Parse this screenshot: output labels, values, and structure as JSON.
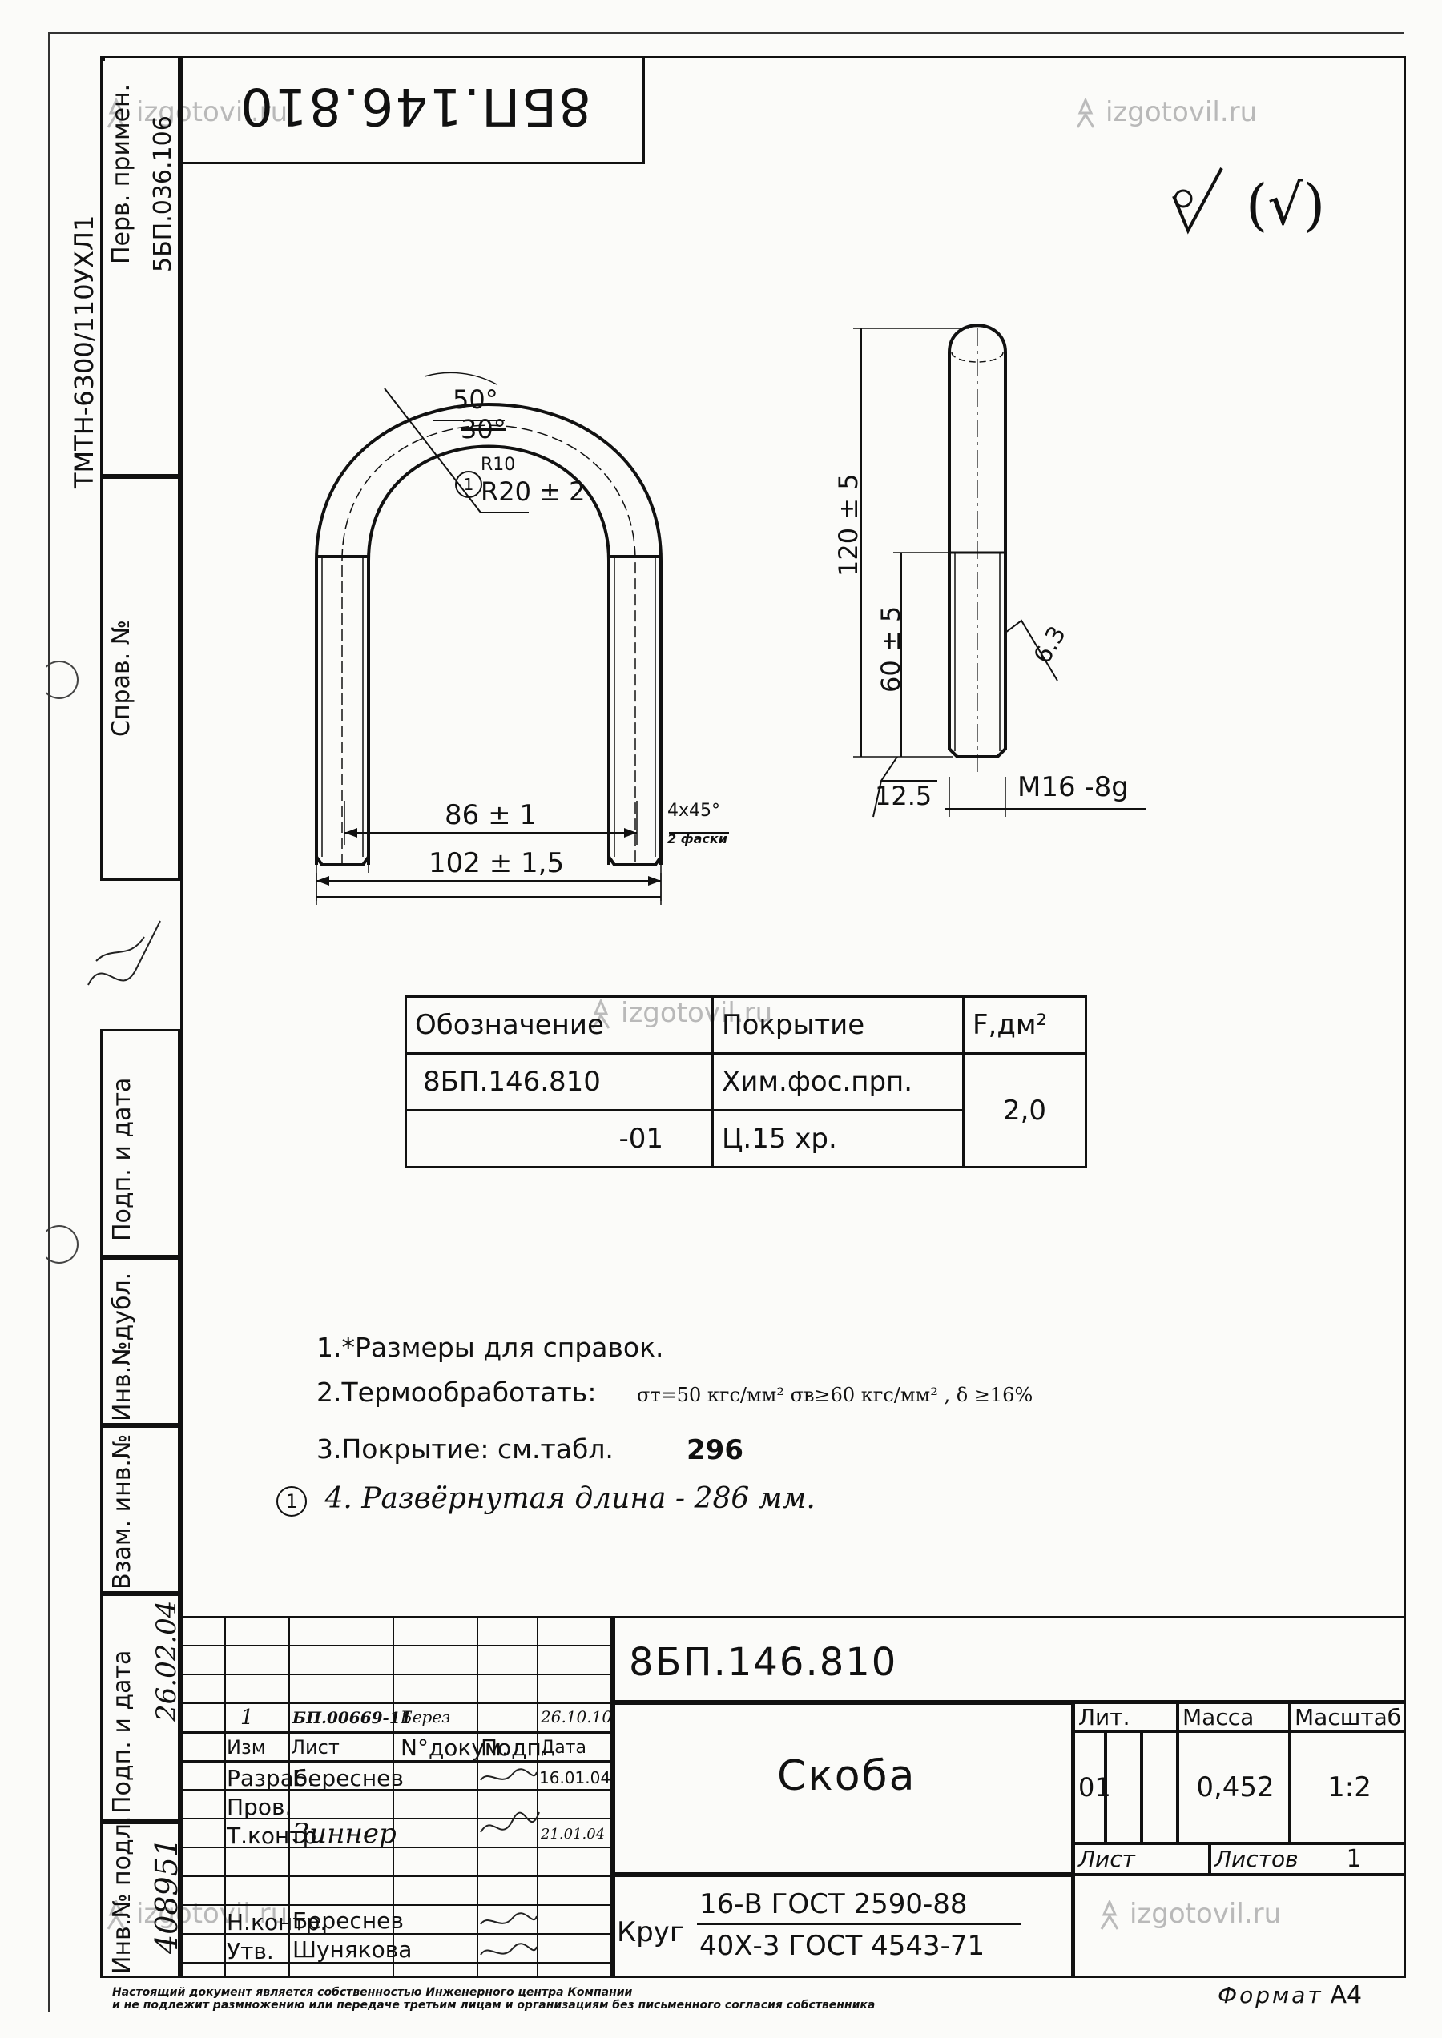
{
  "top_stamp": "8БП.146.810",
  "side_labels": {
    "product": "ТМТН-6300/110УХЛ1",
    "first_use_label": "Перв. примен.",
    "first_use_value": "5БП.036.106",
    "ref_no": "Справ. №",
    "sign_date": "Подп. и дата",
    "inv_dup": "Инв.№дубл.",
    "replace_inv": "Взам. инв.№",
    "sign_date2": "Подп. и дата",
    "inv_orig": "Инв.№ подл.",
    "inv_orig_value": "408951",
    "date_value": "26.02.04"
  },
  "roughness_mark": "(√)",
  "dimensions": {
    "angle1": "50°",
    "angle2": "30°",
    "radius_small": "R10",
    "radius": "R20 ± 2",
    "inner_width": "86 ± 1",
    "outer_width": "102 ± 1,5",
    "chamfer": "4x45°",
    "chamfer_note": "2 фаски",
    "length": "120 ± 5",
    "thread_length": "60 ± 5",
    "roughness1": "6.3",
    "roughness2": "12.5",
    "thread": "M16 -8g",
    "rev_mark": "1"
  },
  "coating_table": {
    "headers": [
      "Обозначение",
      "Покрытие",
      "F,дм²"
    ],
    "rows": [
      [
        "8БП.146.810",
        "Хим.фос.прп."
      ],
      [
        "-01",
        "Ц.15 хр."
      ]
    ],
    "area": "2,0"
  },
  "notes": {
    "n1": "1.*Размеры для справок.",
    "n2": "2.Термообработать:",
    "n2_formula": "σт=50 кгс/мм²   σв≥60 кгс/мм² ,  δ ≥16%",
    "n3": "3.Покрытие: см.табл.",
    "n4_new": "296",
    "n4": "4. Развёрнутая длина - 286 мм.",
    "n4_mark": "1"
  },
  "title_block": {
    "doc_number": "8БП.146.810",
    "title": "Скоба",
    "rev_row": [
      "1",
      "",
      "БП.00669-11",
      "Берез",
      "26.10.10"
    ],
    "header_row": [
      "Изм",
      "Лист",
      "N°докум.",
      "Подп.",
      "Дата"
    ],
    "razrab_label": "Разраб.",
    "razrab_name": "Береснев",
    "razrab_date": "16.01.04",
    "prov_label": "Пров.",
    "tkontr_label": "Т.контр.",
    "tkontr_name": "Зиннер",
    "tkontr_date": "21.01.04",
    "nkontr_label": "Н.контр.",
    "nkontr_name": "Береснев",
    "utv_label": "Утв.",
    "utv_name": "Шунякова",
    "lit_label": "Лит.",
    "massa_label": "Масса",
    "scale_label": "Масштаб",
    "lit_value": "01",
    "massa_value": "0,452",
    "scale_value": "1:2",
    "list_label": "Лист",
    "listov_label": "Листов",
    "listov_value": "1",
    "material_prefix": "Круг",
    "material_top": "16-В ГОСТ 2590-88",
    "material_bottom": "40Х-3 ГОСТ 4543-71",
    "format_label": "Формат",
    "format_value": "А4"
  },
  "footer_note_1": "Настоящий документ является собственностью Инженерного центра Компании",
  "footer_note_2": "и не подлежит размножению или передаче третьим лицам и организациям без письменного согласия собственника",
  "watermark": "izgotovil.ru"
}
